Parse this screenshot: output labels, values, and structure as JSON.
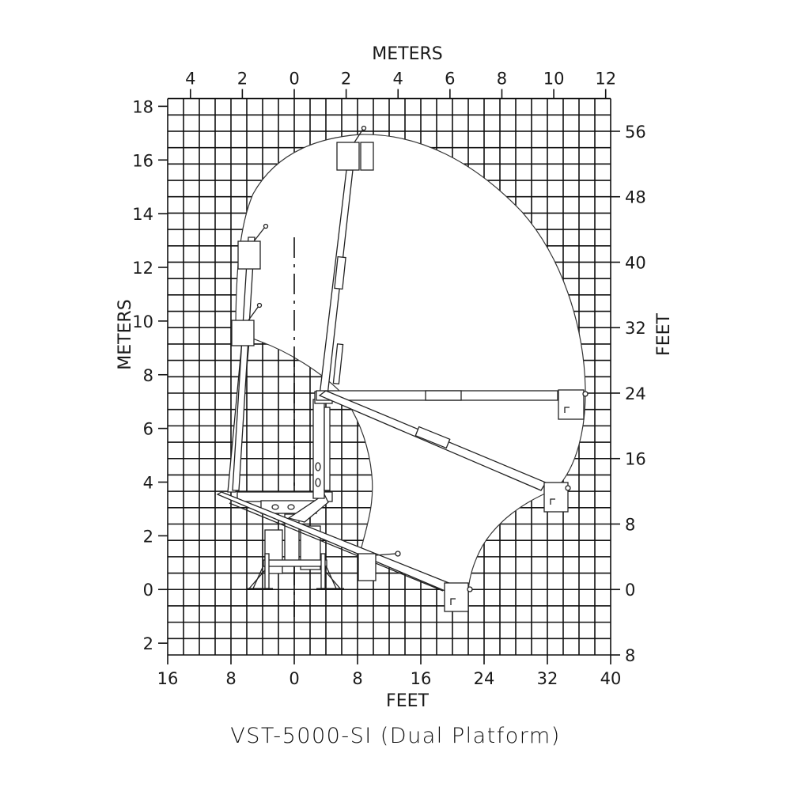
{
  "caption": "VST-5000-SI (Dual Platform)",
  "axes": {
    "top_label": "METERS",
    "bottom_label": "FEET",
    "left_label": "METERS",
    "right_label": "FEET"
  },
  "colors": {
    "grid": "#111111",
    "envelope_fill": "#ffffff",
    "machine_stroke": "#222222"
  },
  "chart_data": {
    "type": "diagram",
    "title": "VST-5000-SI (Dual Platform)",
    "description": "Working range envelope diagram of a dual-platform aerial lift, showing boom positions and reachable area over a feet/meters grid",
    "x_axis_bottom": {
      "label": "FEET",
      "ticks": [
        "16",
        "8",
        "0",
        "8",
        "16",
        "24",
        "32",
        "40"
      ],
      "range": [
        -16,
        40
      ]
    },
    "x_axis_top": {
      "label": "METERS",
      "ticks": [
        "4",
        "2",
        "0",
        "2",
        "4",
        "6",
        "8",
        "10",
        "12"
      ],
      "range": [
        -4.9,
        12.2
      ]
    },
    "y_axis_left": {
      "label": "METERS",
      "ticks": [
        "18",
        "16",
        "14",
        "12",
        "10",
        "8",
        "6",
        "4",
        "2",
        "0",
        "2"
      ],
      "range": [
        -2.4,
        18.3
      ]
    },
    "y_axis_right": {
      "label": "FEET",
      "ticks": [
        "56",
        "48",
        "40",
        "32",
        "24",
        "16",
        "8",
        "0",
        "8"
      ],
      "range": [
        -8,
        60
      ]
    },
    "grid": true,
    "grid_spacing_ft": 2,
    "envelope": {
      "max_height_ft": 56,
      "max_horizontal_reach_ft": 37,
      "horizontal_reach_at_24ft_height": 37
    },
    "boom_positions": [
      {
        "name": "vertical-full",
        "platform_ft": [
          6,
          55
        ]
      },
      {
        "name": "left-high",
        "platform_ft": [
          -6,
          41
        ]
      },
      {
        "name": "left-mid",
        "platform_ft": [
          -7,
          32
        ]
      },
      {
        "name": "horizontal",
        "platform_ft": [
          35,
          23
        ]
      },
      {
        "name": "diagonal-down",
        "platform_ft": [
          33,
          11
        ]
      },
      {
        "name": "low-reach",
        "platform_ft": [
          20,
          -1
        ]
      },
      {
        "name": "stowed-platform",
        "platform_ft": [
          9,
          3
        ]
      }
    ]
  }
}
